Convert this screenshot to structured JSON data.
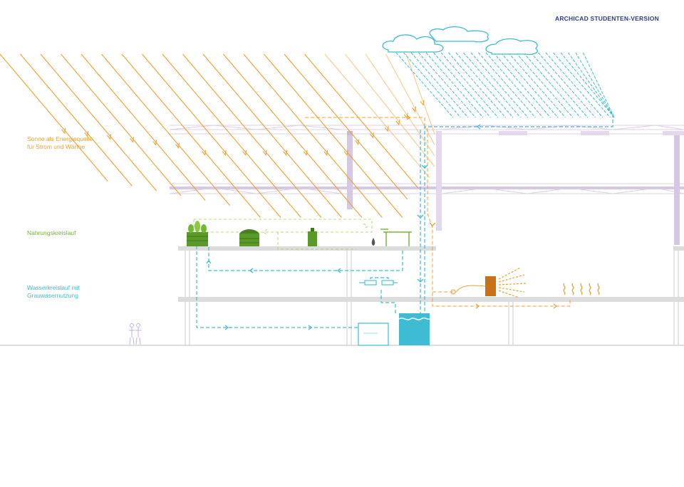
{
  "watermark": "ARCHICAD STUDENTEN-VERSION",
  "labels": {
    "sun_line1": "Sonne als Energiequelle",
    "sun_line2": "für Strom und Wärme",
    "food": "Nahrungskreislauf",
    "water_line1": "Wasserkreislauf mit",
    "water_line2": "Grauwasernutzung"
  },
  "colors": {
    "sun": "#f0a030",
    "food": "#72b830",
    "water": "#3dbcd4",
    "structure": "#d9c9e6",
    "floor": "#dadada",
    "heater": "#c8701a",
    "watermark": "#2c3e8f"
  },
  "icons": [
    "sun-ray-icon",
    "cloud-icon",
    "rain-icon",
    "planter-icon",
    "tank-icon",
    "pump-icon",
    "heater-icon",
    "heat-wave-icon",
    "person-icon"
  ]
}
